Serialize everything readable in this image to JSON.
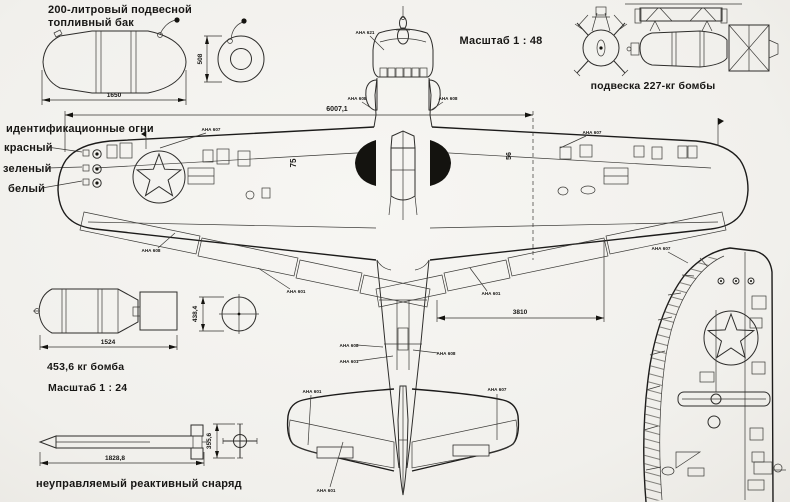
{
  "colors": {
    "paper": "#f2f1ed",
    "ink": "#2e2d2b",
    "black_fill": "#14130f"
  },
  "fuel_tank": {
    "title_line1": "200-литровый подвесной",
    "title_line2": "топливный бак",
    "dim_length": "1650",
    "dim_diameter": "508"
  },
  "scales": {
    "main": "Масштаб 1 : 48",
    "weapons": "Масштаб 1 : 24"
  },
  "bomb_227": {
    "caption": "подвеска 227-кг бомбы"
  },
  "id_lights": {
    "title": "идентификационные огни",
    "red": "красный",
    "green": "зеленый",
    "white": "белый"
  },
  "bomb_454": {
    "caption": "453,6 кг бомба",
    "dim_length": "1524",
    "dim_diameter": "438,4"
  },
  "rocket": {
    "caption": "неуправляемый реактивный снаряд",
    "dim_length": "1828,8",
    "dim_fin_span": "355,6"
  },
  "aircraft": {
    "dim_half_span": "6007,1",
    "dim_tailplane": "3810",
    "wing_code_left": "75",
    "wing_code_right": "56",
    "paint_labels": {
      "nose": "АНА 621",
      "cowl_left": "АНА 608",
      "cowl_right": "АНА 608",
      "wingtip_left": "АНА 607",
      "wingtip_right": "АНА 607",
      "flap_left": "АНА 608",
      "aileron_left": "АНА 601",
      "aileron_right": "АНА 601",
      "fus_left_608": "АНА 608",
      "fus_left_601": "АНА 601",
      "fus_right_608": "АНА 608",
      "stab_left": "АНА 601",
      "stab_right": "АНА 607",
      "elevator": "АНА 601",
      "detail": "АНА 607"
    }
  }
}
